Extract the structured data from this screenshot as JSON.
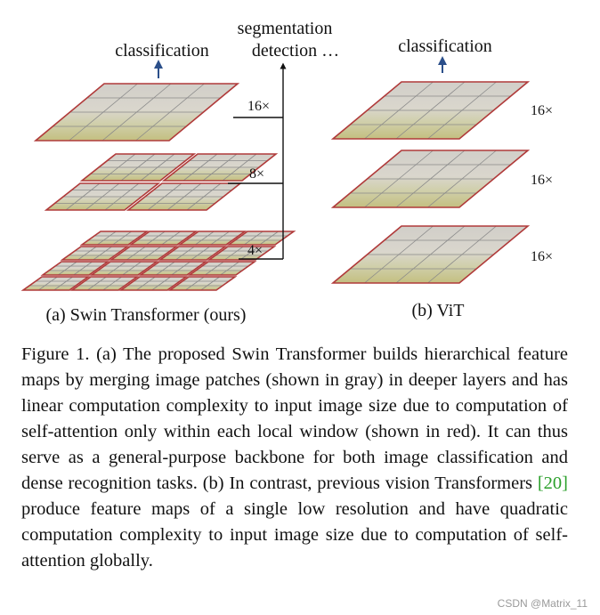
{
  "figure": {
    "swin": {
      "top_label": "classification",
      "right_label_line1": "segmentation",
      "right_label_line2": "detection …",
      "scale_labels": [
        "16×",
        "8×",
        "4×"
      ],
      "subcaption": "(a) Swin Transformer (ours)"
    },
    "vit": {
      "top_label": "classification",
      "scale_labels": [
        "16×",
        "16×",
        "16×"
      ],
      "subcaption": "(b) ViT"
    },
    "colors": {
      "window_border": "#b03a3a",
      "patch_grid": "#8a8a8a",
      "arrow": "#2b4f8a",
      "line": "#111111"
    }
  },
  "caption": {
    "prefix": "Figure 1. (a) The proposed Swin Transformer builds hierarchical feature maps by merging image patches (shown in gray) in deeper layers and has linear computation complexity to input image size due to computation of self-attention only within each local window (shown in red). It can thus serve as a general-purpose backbone for both image classification and dense recognition tasks. (b) In contrast, previous vision Transformers ",
    "reference": "[20]",
    "suffix": " produce feature maps of a single low resolution and have quadratic computation complexity to input image size due to computation of self-attention globally."
  },
  "watermark": "CSDN @Matrix_11"
}
